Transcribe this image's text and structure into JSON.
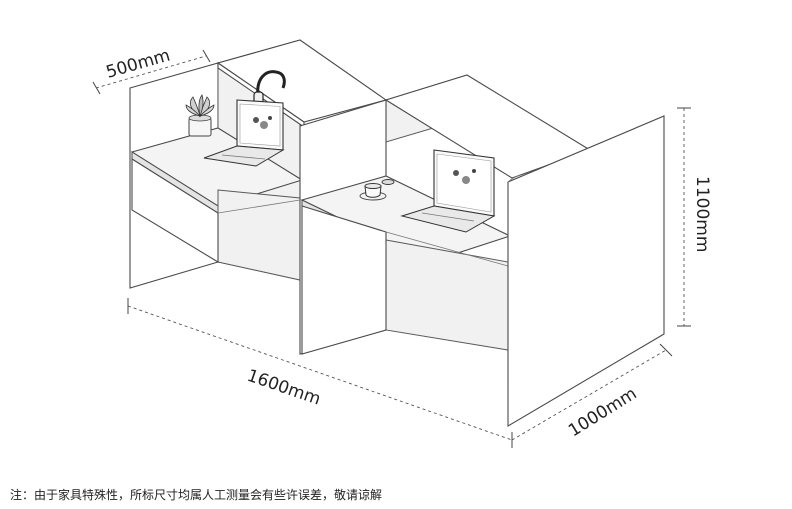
{
  "dimensions": {
    "depth": "500mm",
    "height": "1100mm",
    "length": "1600mm",
    "width": "1000mm"
  },
  "note": "注：由于家具特殊性，所标尺寸均属人工测量会有些许误差，敬请谅解",
  "colors": {
    "line": "#4a4a4a",
    "background": "#ffffff",
    "surface": "#f4f4f4"
  },
  "icons": [
    "plant-icon",
    "laptop-icon",
    "headphones-icon",
    "coffee-cup-icon"
  ]
}
